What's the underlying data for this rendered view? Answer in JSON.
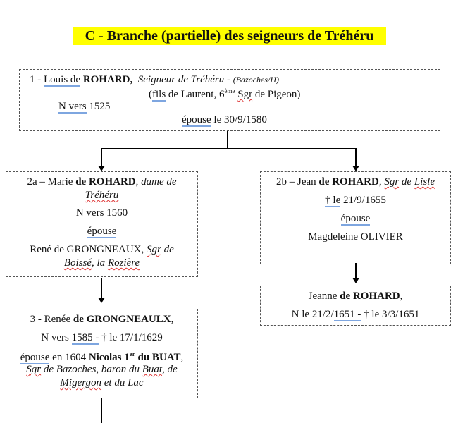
{
  "title": "C - Branche (partielle) des seigneurs de  Tréhéru",
  "box1": {
    "num": "1 - ",
    "first": "Louis  de",
    "last": "ROHARD,",
    "title": "Seigneur de  Tréhéru",
    "sep": " - ",
    "place": "(Bazoches/H)",
    "parent_open": "(",
    "fils": "fils",
    "parent_mid": " de Laurent, 6",
    "sup": "ème",
    "sgr": "Sgr",
    "parent_end": " de Pigeon)",
    "birth_n": "N  vers",
    "birth_year": " 1525",
    "marriage_word": "épouse",
    "marriage_date": " le 30/9/1580"
  },
  "box2a": {
    "prefix": "2a – Marie ",
    "name": "de ROHARD",
    "suffix": ", ",
    "title1": "dame de",
    "title2": "Tréhéru",
    "birth": "N  vers 1560",
    "marriage": "épouse",
    "spouse": "René de GRONGNEAUX, ",
    "spouse_sgr": "Sgr",
    "spouse_t1": " de",
    "spouse_boisse": "Boissé",
    "spouse_mid": ", la ",
    "spouse_roziere": "Rozière"
  },
  "box2b": {
    "prefix": "2b – Jean ",
    "name": "de ROHARD",
    "suffix": ", ",
    "sgr": "Sgr",
    "title_rest": " de ",
    "lisle": "Lisle",
    "death_mark": "†  le",
    "death_date": " 21/9/1655",
    "marriage": "épouse",
    "spouse": "Magdeleine OLIVIER"
  },
  "box_jeanne": {
    "prefix": "Jeanne ",
    "name": "de ROHARD",
    "suffix": ",",
    "birth": "N le 21/2/",
    "birth_year": "1651  -",
    "death": "  †  le 3/3/1651"
  },
  "box3": {
    "prefix": "3 - Renée ",
    "name": "de GRONGNEAULX",
    "suffix": ",",
    "birth_pre": "N vers ",
    "birth_year": "1585  -",
    "death": "  †  le 17/1/1629",
    "marriage_word": "épouse",
    "marriage_rest": " en 1604  ",
    "spouse_a": "Nicolas 1",
    "spouse_sup": "er",
    "spouse_b": " du BUAT",
    "sgr": "Sgr",
    "t1": " de Bazoches, baron du ",
    "buat": "Buat",
    "t2": ", de",
    "migergon": "Migergon",
    "t3": " et du Lac"
  }
}
